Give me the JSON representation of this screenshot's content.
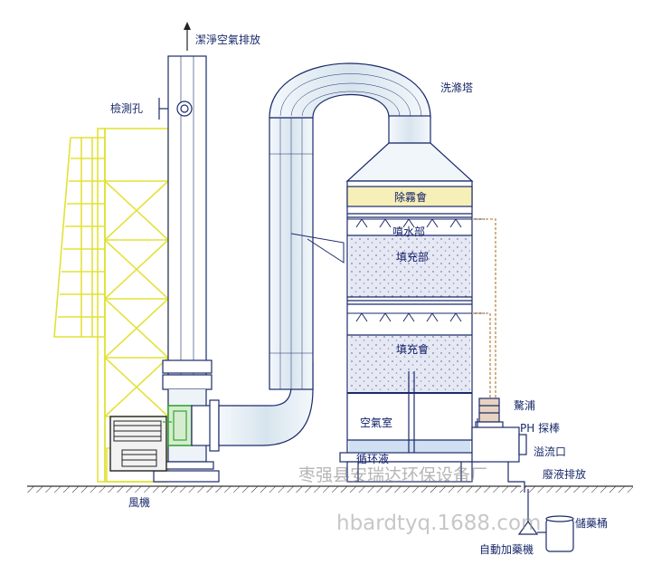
{
  "labels": {
    "exhaust": "潔淨空氣排放",
    "inspection_hole": "檢測孔",
    "scrubber_tower": "洗滌塔",
    "demister": "除霧會",
    "spray_section": "噴水部",
    "packing_upper": "填充部",
    "packing_lower": "填充會",
    "air_chamber": "空氣室",
    "circulating_liquid": "循环液",
    "supply": "驁浦",
    "ph_probe": "PH 探棒",
    "overflow": "溢流口",
    "drain": "廢液排放",
    "fan": "風機",
    "dosing_tank": "儲藥桶",
    "auto_dosing": "自動加藥機"
  },
  "watermark": {
    "company": "枣强县安瑞达环保设备厂",
    "site": "hbardtyq.1688.com"
  },
  "colors": {
    "line": "#1b2b6b",
    "duct_face": "#e4eef4",
    "outline_yellow": "#e8e840",
    "packing_fill": "#d8dced"
  }
}
